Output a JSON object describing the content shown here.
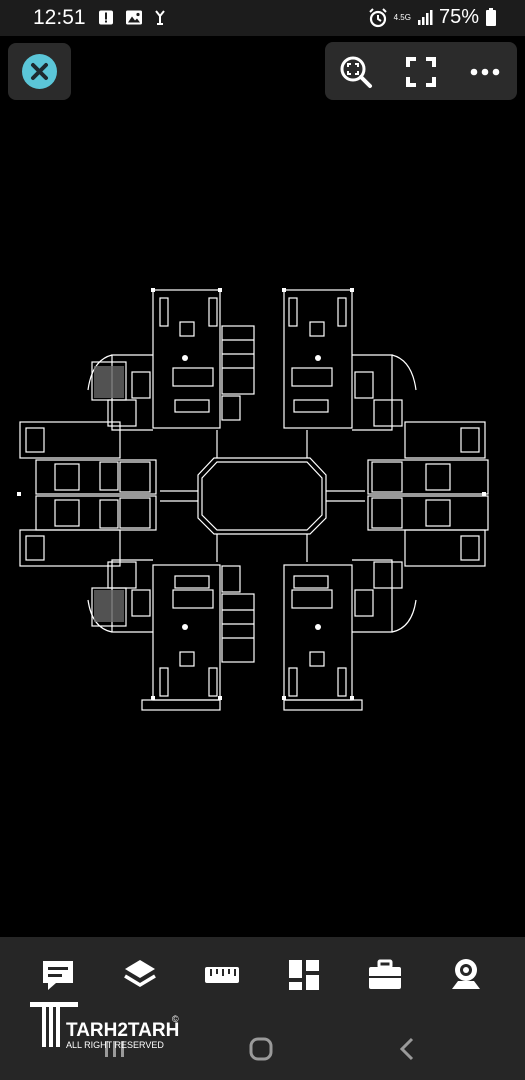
{
  "status_bar": {
    "time": "12:51",
    "network": "4.5G",
    "battery": "75%",
    "icons": [
      "alert-icon",
      "image-icon",
      "missed-call-icon",
      "alarm-icon",
      "signal-icon",
      "battery-icon"
    ]
  },
  "top_bar": {
    "close_icon": "close-icon",
    "tools": [
      "zoom-extents-icon",
      "fullscreen-icon",
      "more-options-icon"
    ]
  },
  "drawing": {
    "description_type": "cad-floor-plan"
  },
  "bottom_toolbar": {
    "tools": [
      "comment-icon",
      "layers-icon",
      "measure-icon",
      "layout-icon",
      "tools-icon",
      "viewer-icon"
    ]
  },
  "nav_bar": {
    "buttons": [
      "recent-apps-icon",
      "home-icon",
      "back-icon"
    ]
  },
  "watermark": {
    "brand": "TARH2TARH",
    "sub": "ALL RIGHT RESERVED",
    "mark": "©"
  },
  "colors": {
    "status_bg": "#1c1c1c",
    "panel_bg": "#2b2b2b",
    "toolbar_bg": "#262626",
    "accent": "#5bc6d8",
    "line": "#ffffff"
  }
}
